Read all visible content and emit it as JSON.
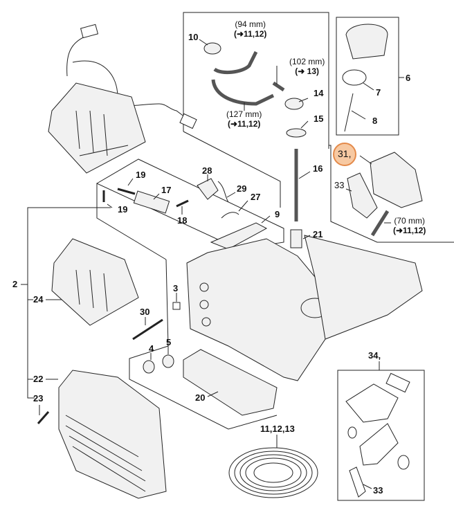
{
  "diagram": {
    "title": "Fuel system / carburetor box exploded parts view",
    "highlight_color": "#e48a4a",
    "highlight_fill": "#f7c9a2",
    "labels": {
      "p2": "2",
      "p3": "3",
      "p4": "4",
      "p5": "5",
      "p6": "6",
      "p7": "7",
      "p8": "8",
      "p9": "9",
      "p10": "10",
      "p14": "14",
      "p15": "15",
      "p16": "16",
      "p17": "17",
      "p18": "18",
      "p19a": "19",
      "p19b": "19",
      "p20": "20",
      "p21": "21",
      "p22": "22",
      "p23": "23",
      "p24": "24",
      "p27": "27",
      "p28": "28",
      "p29": "29",
      "p30": "30",
      "p31": "31,",
      "p33a": "33",
      "p33b": "33",
      "p34": "34,",
      "p11_12_13": "11,12,13"
    },
    "hose_notes": [
      {
        "length": "(94 mm)",
        "ref": "(➜11,12)"
      },
      {
        "length": "(102 mm)",
        "ref": "(➜ 13)"
      },
      {
        "length": "(127 mm)",
        "ref": "(➜11,12)"
      },
      {
        "length": "(70 mm)",
        "ref": "(➜11,12)"
      }
    ]
  }
}
